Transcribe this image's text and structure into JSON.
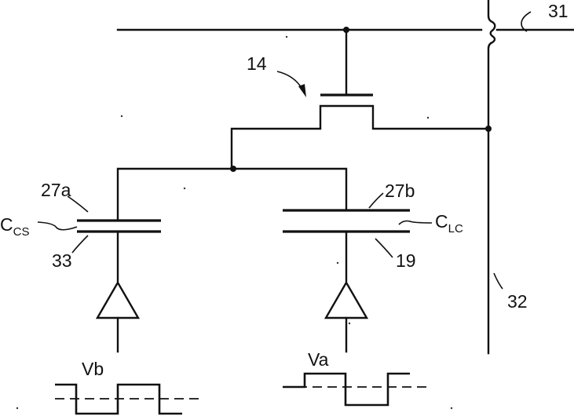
{
  "labels": {
    "gate_line": "31",
    "source_line": "32",
    "transistor": "14",
    "cs_upper_electrode": "27a",
    "cs_lower_electrode": "33",
    "lc_upper_electrode": "27b",
    "lc_lower_electrode": "19",
    "ccs_main": "C",
    "ccs_sub": "CS",
    "clc_main": "C",
    "clc_sub": "LC",
    "vb": "Vb",
    "va": "Va"
  }
}
